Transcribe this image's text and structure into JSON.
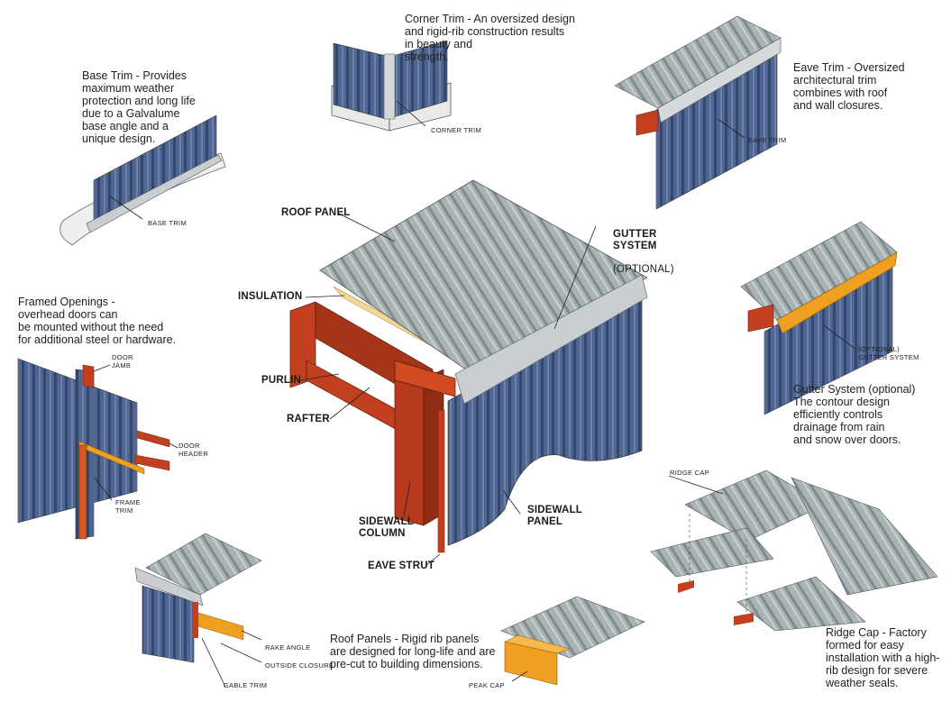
{
  "descriptions": {
    "corner_trim": "Corner Trim - An oversized design\nand rigid-rib construction results\nin beauty and\nstrength.",
    "base_trim": "Base Trim - Provides\nmaximum weather\nprotection and long life\ndue to a Galvalume\nbase angle and a\nunique design.",
    "eave_trim": "Eave Trim - Oversized\narchitectural trim\ncombines with roof\nand wall closures.",
    "framed_openings": "Framed Openings -\noverhead doors can\nbe mounted without the need\nfor additional steel or hardware.",
    "gutter_system": "Gutter System (optional)\nThe contour design\nefficiently controls\ndrainage from rain\nand snow over doors.",
    "roof_panels": "Roof Panels - Rigid rib panels\nare designed for long-life and are\npre-cut to building dimensions.",
    "ridge_cap": "Ridge Cap - Factory\nformed for easy\ninstallation with a high-\nrib design for severe\nweather seals."
  },
  "main_labels": {
    "roof_panel": "ROOF PANEL",
    "insulation": "INSULATION",
    "purlin": "PURLIN",
    "rafter": "RAFTER",
    "gutter_system": "GUTTER\nSYSTEM",
    "gutter_optional": "(OPTIONAL)",
    "sidewall_column": "SIDEWALL\nCOLUMN",
    "sidewall_panel": "SIDEWALL\nPANEL",
    "eave_strut": "EAVE STRUT"
  },
  "small_labels": {
    "corner_trim": "CORNER TRIM",
    "base_trim": "BASE TRIM",
    "eave_trim": "EAVE TRIM",
    "gutter_system": "(OPTIONAL)\nGUTTER SYSTEM",
    "door_jamb": "DOOR\nJAMB",
    "door_header": "DOOR\nHEADER",
    "frame_trim": "FRAME\nTRIM",
    "ridge_cap": "RIDGE CAP",
    "rake_angle": "RAKE ANGLE",
    "outside_closure": "OUTSIDE CLOSURE",
    "gable_trim": "GABLE TRIM",
    "peak_cap": "PEAK CAP"
  },
  "colors": {
    "wall_panel": "#4a5f8c",
    "roof_panel": "#9aa5a8",
    "steel_red": "#c2401f",
    "trim_orange": "#f0a020",
    "trim_gray": "#c9ced2",
    "insulation": "#f1d79a"
  }
}
